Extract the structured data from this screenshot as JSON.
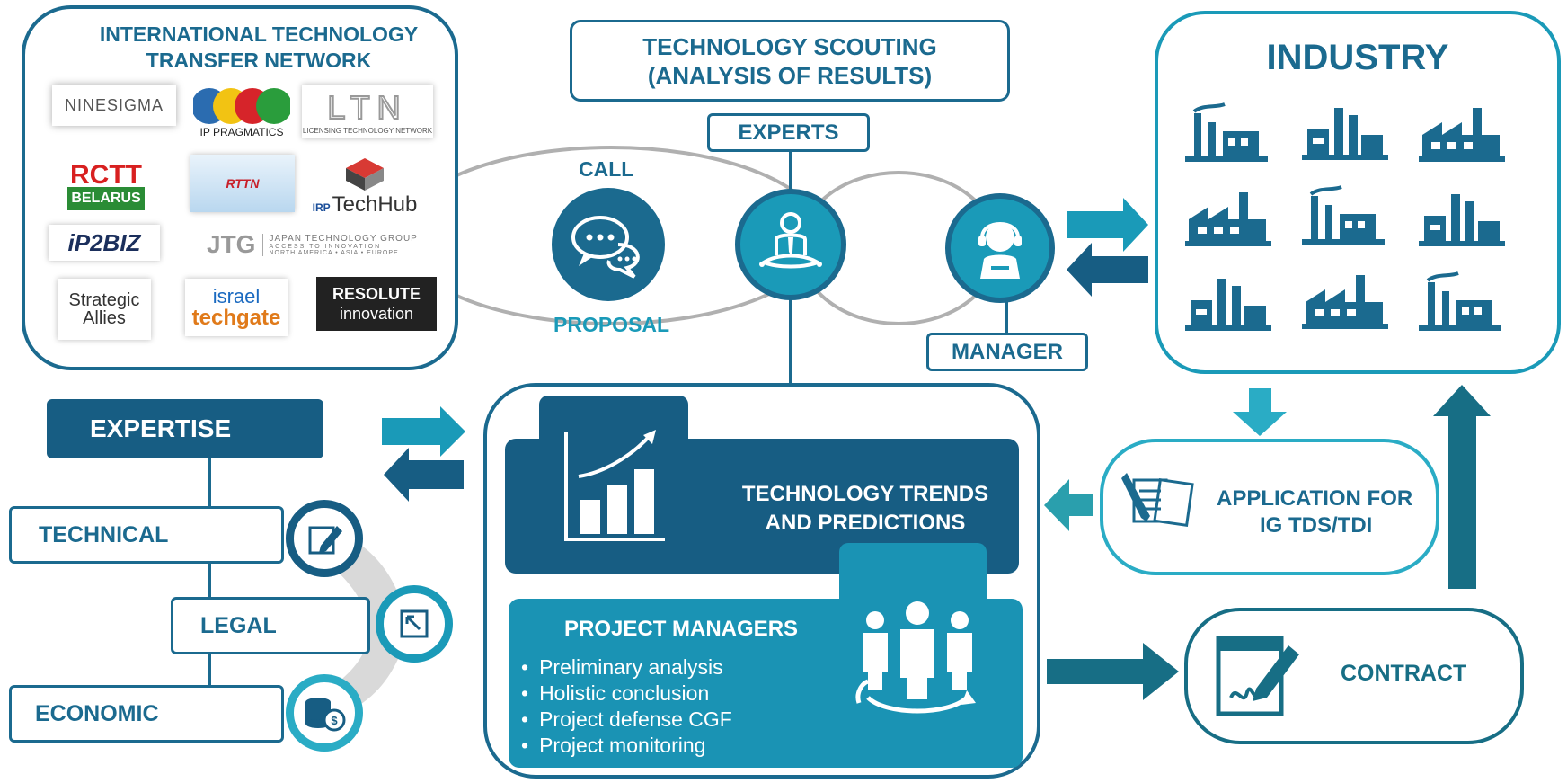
{
  "network": {
    "title_line1": "INTERNATIONAL TECHNOLOGY",
    "title_line2": "TRANSFER NETWORK",
    "logos": {
      "ninesigma": "NINESIGMA",
      "ip_pragmatics": "IP PRAGMATICS",
      "ltn": "LTN",
      "ltn_sub": "LICENSING TECHNOLOGY NETWORK",
      "rctt_top": "RCTT",
      "rctt_bottom": "BELARUS",
      "rttn": "RTTN",
      "irp": "IRP",
      "techhub": "TechHub",
      "ip2biz": "iP2BIZ",
      "jtg_mark": "JTG",
      "jtg_name": "JAPAN TECHNOLOGY GROUP",
      "jtg_tag1": "ACCESS TO INNOVATION",
      "jtg_tag2": "NORTH AMERICA • ASIA • EUROPE",
      "strategic_1": "Strategic",
      "strategic_2": "Allies",
      "israel": "israel",
      "techgate": "techgate",
      "resolute": "RESOLUTE",
      "innovation": "innovation"
    }
  },
  "scouting": {
    "title_line1": "TECHNOLOGY SCOUTING",
    "title_line2": "(ANALYSIS OF RESULTS)",
    "experts": "EXPERTS",
    "call": "CALL",
    "proposal": "PROPOSAL",
    "manager": "MANAGER"
  },
  "industry": {
    "title": "INDUSTRY"
  },
  "expertise": {
    "title": "EXPERTISE",
    "technical": "TECHNICAL",
    "legal": "LEGAL",
    "economic": "ECONOMIC"
  },
  "trends": {
    "title_line1": "TECHNOLOGY TRENDS",
    "title_line2": "AND PREDICTIONS"
  },
  "project_managers": {
    "title": "PROJECT MANAGERS",
    "items": [
      "Preliminary analysis",
      "Holistic conclusion",
      "Project defense CGF",
      "Project monitoring"
    ]
  },
  "application": {
    "line1": "APPLICATION FOR",
    "line2": "IG TDS/TDI"
  },
  "contract": {
    "label": "CONTRACT"
  },
  "colors": {
    "navy": "#1b6a8f",
    "dark_navy": "#175d83",
    "teal": "#1a9ab8",
    "dark_teal": "#176e85",
    "light_teal": "#2aacc5",
    "gray_ring": "#b0b0b0"
  }
}
